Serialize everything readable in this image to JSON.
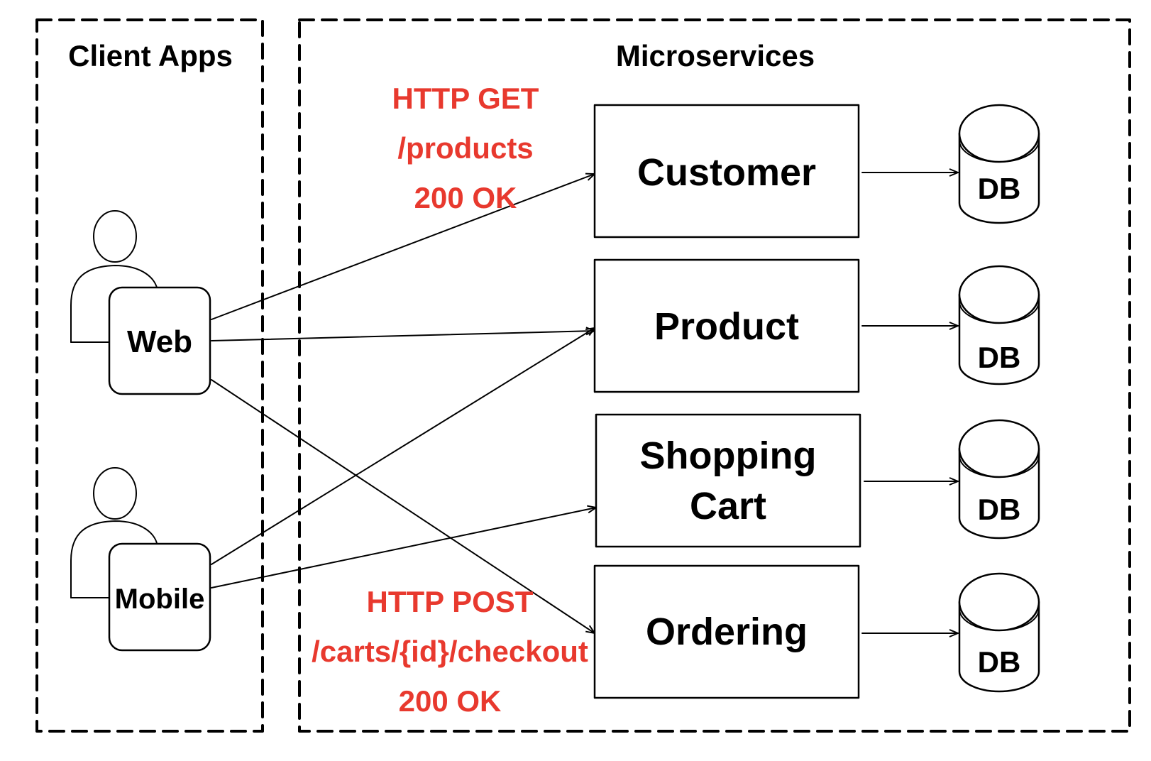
{
  "groups": {
    "client_apps": {
      "label": "Client Apps"
    },
    "microservices": {
      "label": "Microservices"
    }
  },
  "clients": {
    "web": {
      "label": "Web",
      "icon": "user-icon"
    },
    "mobile": {
      "label": "Mobile",
      "icon": "user-icon"
    }
  },
  "services": {
    "customer": {
      "label": "Customer"
    },
    "product": {
      "label": "Product"
    },
    "shopping_cart": {
      "line1": "Shopping",
      "line2": "Cart"
    },
    "ordering": {
      "label": "Ordering"
    }
  },
  "databases": {
    "customer_db": {
      "label": "DB"
    },
    "product_db": {
      "label": "DB"
    },
    "shopping_cart_db": {
      "label": "DB"
    },
    "ordering_db": {
      "label": "DB"
    }
  },
  "annotations": {
    "get_request": {
      "line1": "HTTP GET",
      "line2": "/products",
      "line3": "200 OK"
    },
    "post_request": {
      "line1": "HTTP POST",
      "line2": "/carts/{id}/checkout",
      "line3": "200 OK"
    }
  },
  "colors": {
    "annotation": "#e8392e",
    "ink": "#000000",
    "background": "#ffffff"
  }
}
